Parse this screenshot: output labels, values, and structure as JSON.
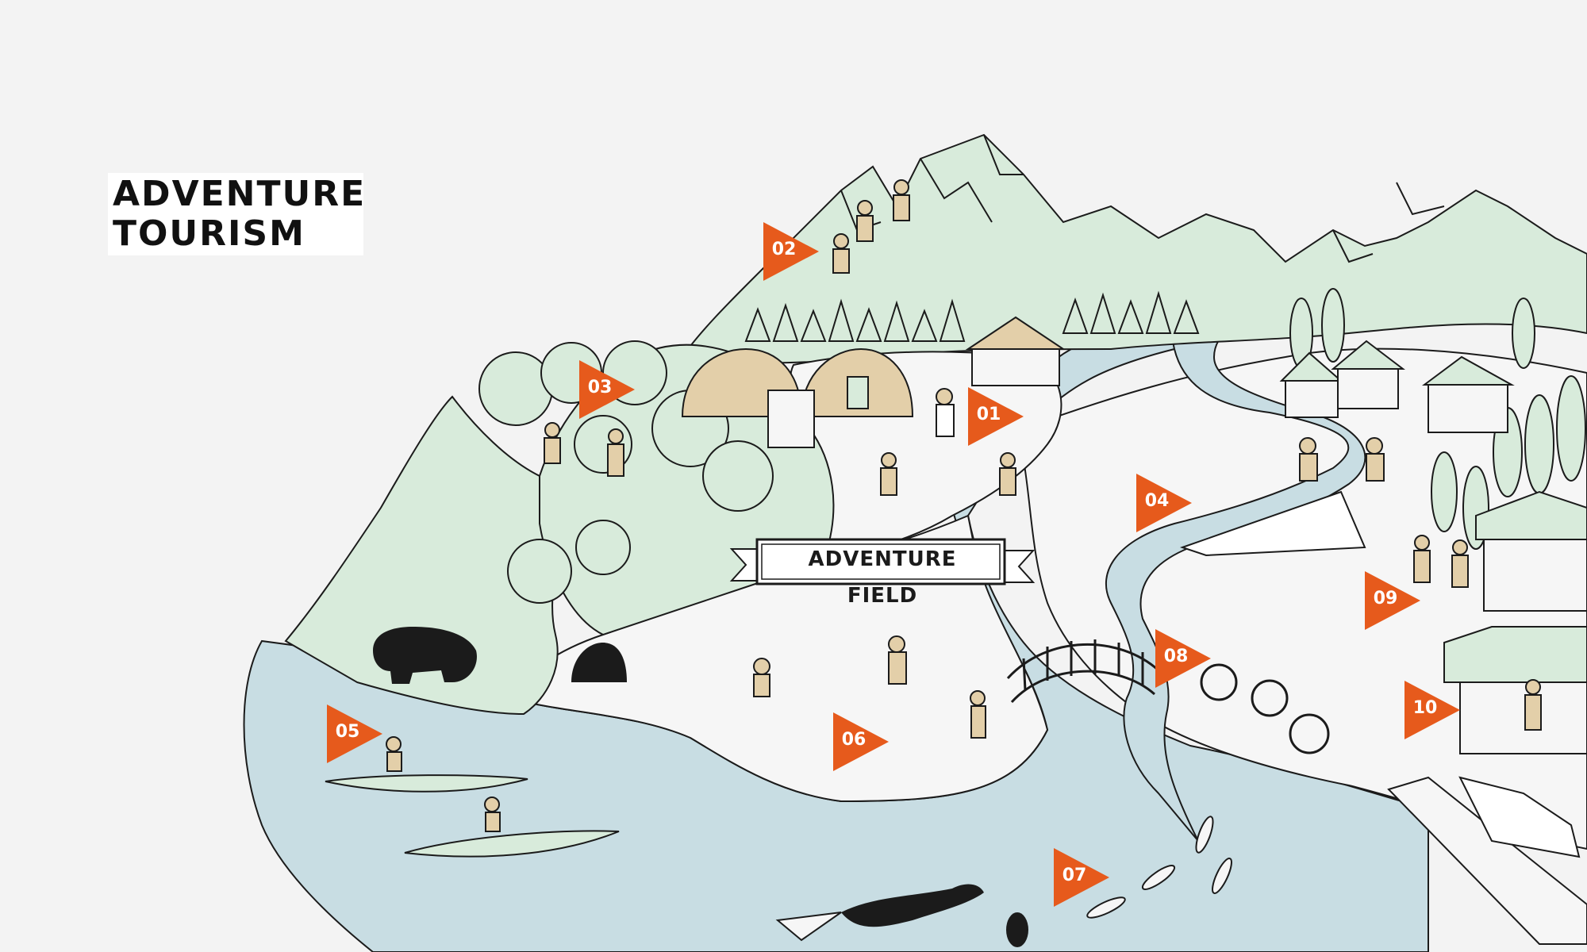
{
  "title": {
    "line1": "ADVENTURE",
    "line2": "TOURISM"
  },
  "banner": {
    "label": "ADVENTURE FIELD"
  },
  "colors": {
    "background": "#f3f3f3",
    "water": "#c8dde3",
    "forest": "#d8ebdb",
    "ground": "#f6f6f6",
    "tent": "#e3cfa9",
    "flag": "#e65a1c",
    "ink": "#1b1b1b"
  },
  "markers": [
    {
      "id": "01",
      "label": "01",
      "icon": "flag-icon"
    },
    {
      "id": "02",
      "label": "02",
      "icon": "flag-icon"
    },
    {
      "id": "03",
      "label": "03",
      "icon": "flag-icon"
    },
    {
      "id": "04",
      "label": "04",
      "icon": "flag-icon"
    },
    {
      "id": "05",
      "label": "05",
      "icon": "flag-icon"
    },
    {
      "id": "06",
      "label": "06",
      "icon": "flag-icon"
    },
    {
      "id": "07",
      "label": "07",
      "icon": "flag-icon"
    },
    {
      "id": "08",
      "label": "08",
      "icon": "flag-icon"
    },
    {
      "id": "09",
      "label": "09",
      "icon": "flag-icon"
    },
    {
      "id": "10",
      "label": "10",
      "icon": "flag-icon"
    }
  ]
}
